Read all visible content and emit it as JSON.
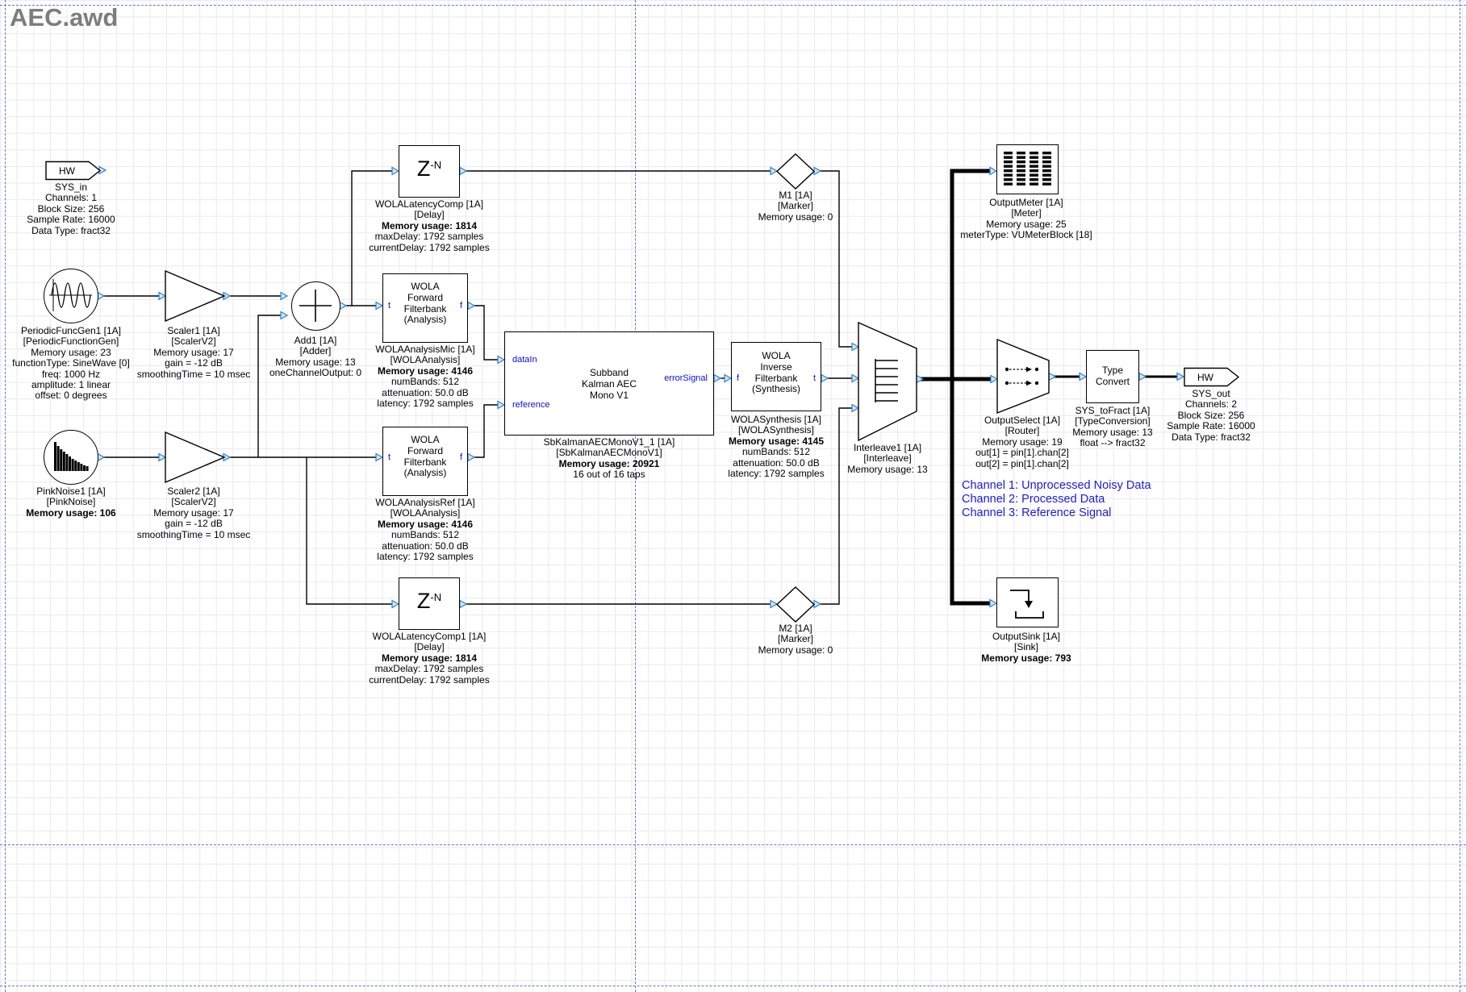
{
  "title": "AEC.awd",
  "annotations": {
    "channels": [
      "Channel 1: Unprocessed Noisy Data",
      "Channel 2: Processed Data",
      "Channel 3: Reference Signal"
    ]
  },
  "blocks": {
    "sys_in": {
      "hw_label": "HW",
      "caption": [
        "SYS_in",
        "Channels: 1",
        "Block Size: 256",
        "Sample Rate: 16000",
        "Data Type: fract32"
      ]
    },
    "periodic_func_gen1": {
      "caption": [
        "PeriodicFuncGen1 [1A]",
        "[PeriodicFunctionGen]",
        "Memory usage: 23",
        "functionType: SineWave [0]",
        "freq: 1000 Hz",
        "amplitude: 1 linear",
        "offset: 0 degrees"
      ]
    },
    "scaler1": {
      "caption": [
        "Scaler1 [1A]",
        "[ScalerV2]",
        "Memory usage: 17",
        "gain = -12 dB",
        "smoothingTime = 10 msec"
      ]
    },
    "add1": {
      "caption": [
        "Add1 [1A]",
        "[Adder]",
        "Memory usage: 13",
        "oneChannelOutput: 0"
      ]
    },
    "wola_latency_comp": {
      "icon_base": "Z",
      "icon_sup": "-N",
      "caption": [
        "WOLALatencyComp [1A]",
        "[Delay]",
        {
          "text": "Memory usage: 1814",
          "bold": true
        },
        "maxDelay: 1792 samples",
        "currentDelay: 1792 samples"
      ]
    },
    "wola_analysis_mic": {
      "inside": [
        "WOLA",
        "Forward",
        "Filterbank",
        "(Analysis)"
      ],
      "port_in": "t",
      "port_out": "f",
      "caption": [
        "WOLAAnalysisMic [1A]",
        "[WOLAAnalysis]",
        {
          "text": "Memory usage: 4146",
          "bold": true
        },
        "numBands: 512",
        "attenuation: 50.0 dB",
        "latency: 1792 samples"
      ]
    },
    "pink_noise1": {
      "caption": [
        "PinkNoise1 [1A]",
        "[PinkNoise]",
        {
          "text": "Memory usage: 106",
          "bold": true
        }
      ]
    },
    "scaler2": {
      "caption": [
        "Scaler2 [1A]",
        "[ScalerV2]",
        "Memory usage: 17",
        "gain = -12 dB",
        "smoothingTime = 10 msec"
      ]
    },
    "wola_analysis_ref": {
      "inside": [
        "WOLA",
        "Forward",
        "Filterbank",
        "(Analysis)"
      ],
      "port_in": "t",
      "port_out": "f",
      "caption": [
        "WOLAAnalysisRef [1A]",
        "[WOLAAnalysis]",
        {
          "text": "Memory usage: 4146",
          "bold": true
        },
        "numBands: 512",
        "attenuation: 50.0 dB",
        "latency: 1792 samples"
      ]
    },
    "sb_kalman_aec": {
      "inside": [
        "Subband",
        "Kalman AEC",
        "Mono V1"
      ],
      "port_in1": "dataIn",
      "port_in2": "reference",
      "port_out": "errorSignal",
      "caption": [
        "SbKalmanAECMonoV1_1 [1A]",
        "[SbKalmanAECMonoV1]",
        {
          "text": "Memory usage: 20921",
          "bold": true
        },
        "16 out of 16 taps"
      ]
    },
    "wola_latency_comp1": {
      "icon_base": "Z",
      "icon_sup": "-N",
      "caption": [
        "WOLALatencyComp1 [1A]",
        "[Delay]",
        {
          "text": "Memory usage: 1814",
          "bold": true
        },
        "maxDelay: 1792 samples",
        "currentDelay: 1792 samples"
      ]
    },
    "m1": {
      "caption": [
        "M1 [1A]",
        "[Marker]",
        "Memory usage: 0"
      ]
    },
    "m2": {
      "caption": [
        "M2 [1A]",
        "[Marker]",
        "Memory usage: 0"
      ]
    },
    "wola_synthesis": {
      "inside": [
        "WOLA",
        "Inverse",
        "Filterbank",
        "(Synthesis)"
      ],
      "port_in": "f",
      "port_out": "t",
      "caption": [
        "WOLASynthesis [1A]",
        "[WOLASynthesis]",
        {
          "text": "Memory usage: 4145",
          "bold": true
        },
        "numBands: 512",
        "attenuation: 50.0 dB",
        "latency: 1792 samples"
      ]
    },
    "interleave1": {
      "caption": [
        "Interleave1 [1A]",
        "[Interleave]",
        "Memory usage: 13"
      ]
    },
    "output_meter": {
      "caption": [
        "OutputMeter [1A]",
        "[Meter]",
        "Memory usage: 25",
        "meterType: VUMeterBlock [18]"
      ]
    },
    "output_select": {
      "caption": [
        "OutputSelect [1A]",
        "[Router]",
        "Memory usage: 19",
        "out[1] = pin[1].chan[2]",
        "out[2] = pin[1].chan[2]"
      ]
    },
    "sys_to_fract": {
      "inside": [
        "Type",
        "Convert"
      ],
      "caption": [
        "SYS_toFract [1A]",
        "[TypeConversion]",
        "Memory usage: 13",
        "float --> fract32"
      ]
    },
    "sys_out": {
      "hw_label": "HW",
      "caption": [
        "SYS_out",
        "Channels: 2",
        "Block Size: 256",
        "Sample Rate: 16000",
        "Data Type: fract32"
      ]
    },
    "output_sink": {
      "caption": [
        "OutputSink [1A]",
        "[Sink]",
        {
          "text": "Memory usage: 793",
          "bold": true
        }
      ]
    }
  }
}
